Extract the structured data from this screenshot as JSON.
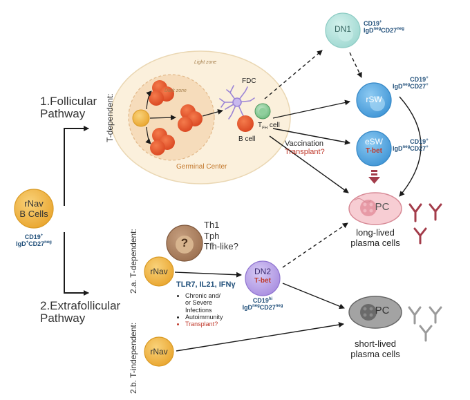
{
  "colors": {
    "naive_fill": "#f2b547",
    "gc_fill": "#fbf0dc",
    "dark_zone_fill": "#f7dfc0",
    "bcell_fill": "#e8562f",
    "blue_cell": "#4aa3e0",
    "dn1_fill": "#a8ded8",
    "dn2_fill": "#b9a3e6",
    "pc_pink": "#f6c9cf",
    "pc_gray": "#9a9a9a",
    "red_text": "#c0392b",
    "marker_blue": "#1f4e79"
  },
  "rnav": {
    "name": "rNav",
    "sub": "B Cells",
    "marker_a": "CD19",
    "marker_a_sup": "+",
    "marker_b": "IgD",
    "marker_b_sup": "+",
    "marker_c": "CD27",
    "marker_c_sup": "neg"
  },
  "follicular": {
    "title_line1": "1.Follicular",
    "title_line2": "Pathway",
    "tdep": "T-dependent:"
  },
  "gc": {
    "light_zone": "Light zone",
    "dark_zone": "Dark zone",
    "fdc": "FDC",
    "bcell": "B cell",
    "tfh_a": "T",
    "tfh_sub": "FH",
    "tfh_b": " cell",
    "label": "Germinal Center"
  },
  "dn1": {
    "name": "DN1",
    "m1": "CD19",
    "m1_sup": "+",
    "m2": "IgD",
    "m2_sup": "neg",
    "m3": "CD27",
    "m3_sup": "neg"
  },
  "rsw": {
    "name": "rSW",
    "m1": "CD19",
    "m1_sup": "+",
    "m2": "IgD",
    "m2_sup": "neg",
    "m3": "CD27",
    "m3_sup": "+"
  },
  "esw": {
    "name": "eSW",
    "tbet": "T-bet",
    "m1": "CD19",
    "m1_sup": "+",
    "m2": "IgD",
    "m2_sup": "neg",
    "m3": "CD27",
    "m3_sup": "+"
  },
  "vaccination": {
    "line1": "Vaccination",
    "line2": "Transplant?"
  },
  "pc_long": {
    "label": "PC",
    "caption_line1": "long-lived",
    "caption_line2": "plasma cells"
  },
  "pc_short": {
    "label": "PC",
    "caption_line1": "short-lived",
    "caption_line2": "plasma cells"
  },
  "helper": {
    "symbol": "?",
    "th1": "Th1",
    "tph": "Tph",
    "tfh_like": "Tfh-like?"
  },
  "extra": {
    "title_line1": "2.Extrafollicular",
    "title_line2": "Pathway",
    "tdep_a": "2.a. T-dependent:",
    "tindep_b": "2.b. T-independent:",
    "rnav_a": "rNav",
    "rnav_b": "rNav",
    "signals": "TLR7, IL21, IFNγ",
    "conditions": [
      "Chronic and/",
      "or Severe",
      "Infections",
      "Autoimmunity",
      "Transplant?"
    ]
  },
  "dn2": {
    "name": "DN2",
    "tbet": "T-bet",
    "m1": "CD19",
    "m1_sup": "hi",
    "m2": "IgD",
    "m2_sup": "neg",
    "m3": "CD27",
    "m3_sup": "neg"
  }
}
